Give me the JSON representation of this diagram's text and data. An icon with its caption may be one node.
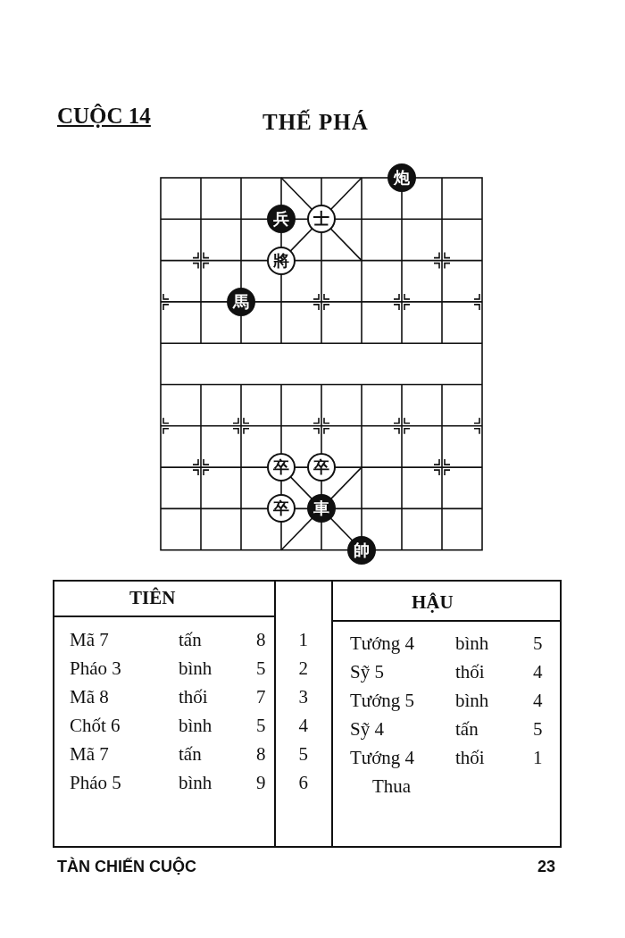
{
  "diagram": {
    "title": "THẾ PHÁ",
    "nodes": [
      {
        "text": [
          "炮"
        ]
      },
      {
        "text": [
          "兵"
        ]
      },
      {
        "text": [
          "士"
        ]
      },
      {
        "text": [
          "將"
        ]
      },
      {
        "text": [
          "馬"
        ]
      },
      {
        "text": [
          "卒"
        ]
      },
      {
        "text": [
          "卒"
        ]
      },
      {
        "text": [
          "卒"
        ]
      },
      {
        "text": [
          "車"
        ]
      },
      {
        "text": [
          "帥"
        ]
      }
    ],
    "labels": [
      "CUỘC 14",
      "TIÊN",
      "HẬU",
      "Mã 7",
      "tấn",
      "8",
      "1",
      "Tướng 4",
      "bình",
      "5",
      "Pháo 3",
      "bình",
      "5",
      "2",
      "Sỹ 5",
      "thối",
      "4",
      "Mã 8",
      "thối",
      "7",
      "3",
      "Tướng 5",
      "bình",
      "4",
      "Chốt 6",
      "bình",
      "5",
      "4",
      "Sỹ 4",
      "tấn",
      "5",
      "Mã 7",
      "tấn",
      "8",
      "5",
      "Tướng 4",
      "thối",
      "1",
      "Pháo 5",
      "bình",
      "9",
      "6",
      "Thua",
      "TÀN CHIẾN CUỘC",
      "23"
    ]
  }
}
